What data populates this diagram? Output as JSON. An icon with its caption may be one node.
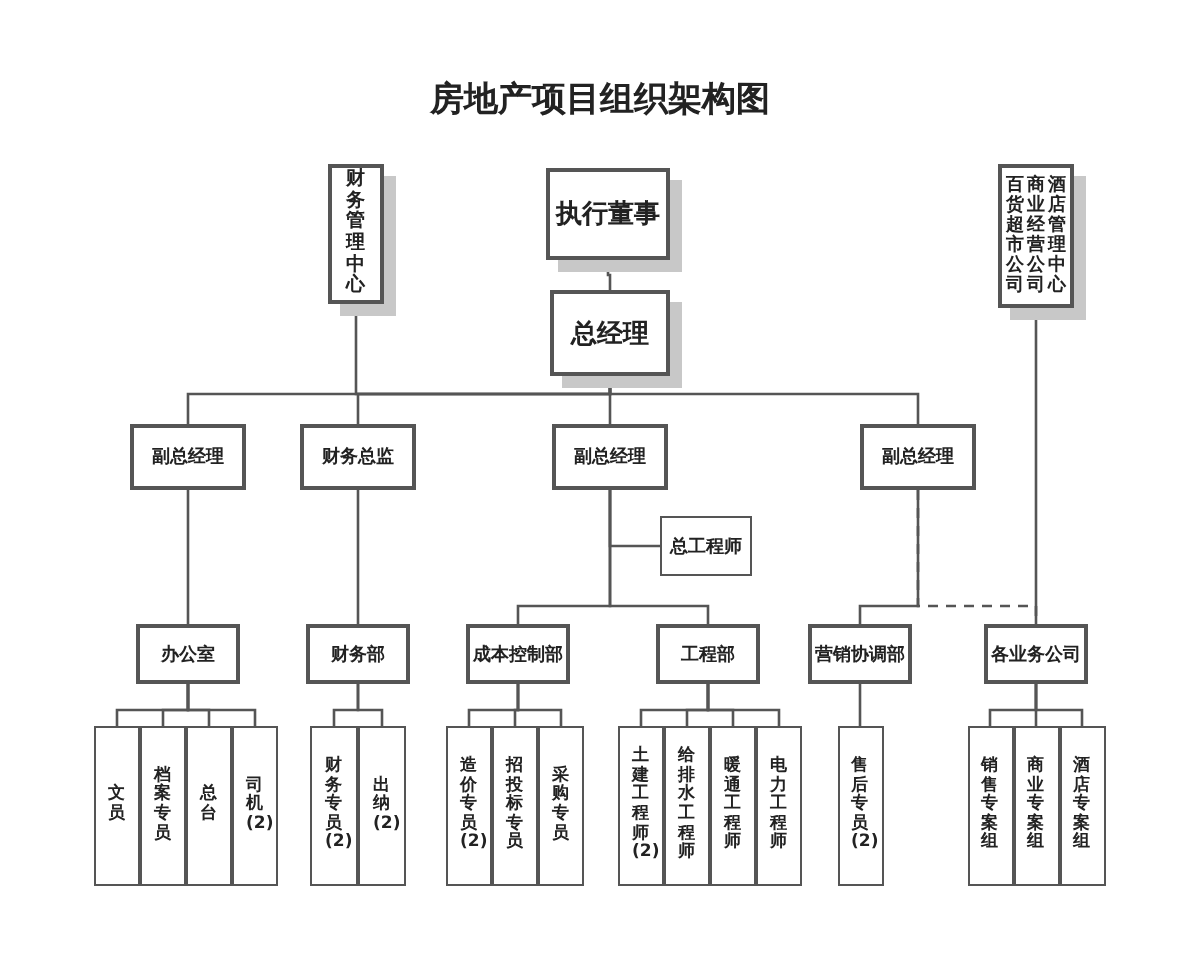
{
  "diagram": {
    "title": "房地产项目组织架构图",
    "nodes": [
      {
        "text": [
          "执行董事"
        ]
      },
      {
        "text": [
          "财务管理中心"
        ]
      },
      {
        "text": [
          "总经理"
        ]
      },
      {
        "text": [
          "百货超市公司",
          "商业经营公司",
          "酒店管理中心"
        ]
      },
      {
        "text": [
          "副总经理"
        ]
      },
      {
        "text": [
          "财务总监"
        ]
      },
      {
        "text": [
          "副总经理"
        ]
      },
      {
        "text": [
          "副总经理"
        ]
      },
      {
        "text": [
          "总工程师"
        ]
      },
      {
        "text": [
          "办公室"
        ]
      },
      {
        "text": [
          "财务部"
        ]
      },
      {
        "text": [
          "成本控制部"
        ]
      },
      {
        "text": [
          "工程部"
        ]
      },
      {
        "text": [
          "营销协调部"
        ]
      },
      {
        "text": [
          "各业务公司"
        ]
      },
      {
        "text": [
          "文员"
        ]
      },
      {
        "text": [
          "档案专员"
        ]
      },
      {
        "text": [
          "总台"
        ]
      },
      {
        "text": [
          "司机(2)"
        ]
      },
      {
        "text": [
          "财务专员(2)"
        ]
      },
      {
        "text": [
          "出纳(2)"
        ]
      },
      {
        "text": [
          "造价专员(2)"
        ]
      },
      {
        "text": [
          "招投标专员"
        ]
      },
      {
        "text": [
          "采购专员"
        ]
      },
      {
        "text": [
          "土建工程师(2)"
        ]
      },
      {
        "text": [
          "给排水工程师"
        ]
      },
      {
        "text": [
          "暖通工程师"
        ]
      },
      {
        "text": [
          "电力工程师"
        ]
      },
      {
        "text": [
          "售后专员(2)"
        ]
      },
      {
        "text": [
          "销售专案组"
        ]
      },
      {
        "text": [
          "商业专案组"
        ]
      },
      {
        "text": [
          "酒店专案组"
        ]
      }
    ],
    "edges": [
      {
        "from": 0,
        "to": 2,
        "arrow": "none"
      },
      {
        "from": 2,
        "to": 1,
        "arrow": "none"
      },
      {
        "from": 2,
        "to": 4,
        "arrow": "none"
      },
      {
        "from": 2,
        "to": 5,
        "arrow": "none"
      },
      {
        "from": 2,
        "to": 6,
        "arrow": "none"
      },
      {
        "from": 2,
        "to": 7,
        "arrow": "none"
      },
      {
        "from": 4,
        "to": 9,
        "arrow": "none"
      },
      {
        "from": 5,
        "to": 10,
        "arrow": "none"
      },
      {
        "from": 6,
        "to": 8,
        "arrow": "none"
      },
      {
        "from": 6,
        "to": 11,
        "arrow": "none"
      },
      {
        "from": 6,
        "to": 12,
        "arrow": "none"
      },
      {
        "from": 7,
        "to": 13,
        "arrow": "none"
      },
      {
        "from": 7,
        "to": 14,
        "arrow": "none",
        "style": "dashed"
      },
      {
        "from": 3,
        "to": 14,
        "arrow": "none"
      },
      {
        "from": 9,
        "to": 15,
        "arrow": "none"
      },
      {
        "from": 9,
        "to": 16,
        "arrow": "none"
      },
      {
        "from": 9,
        "to": 17,
        "arrow": "none"
      },
      {
        "from": 9,
        "to": 18,
        "arrow": "none"
      },
      {
        "from": 10,
        "to": 19,
        "arrow": "none"
      },
      {
        "from": 10,
        "to": 20,
        "arrow": "none"
      },
      {
        "from": 11,
        "to": 21,
        "arrow": "none"
      },
      {
        "from": 11,
        "to": 22,
        "arrow": "none"
      },
      {
        "from": 11,
        "to": 23,
        "arrow": "none"
      },
      {
        "from": 12,
        "to": 24,
        "arrow": "none"
      },
      {
        "from": 12,
        "to": 25,
        "arrow": "none"
      },
      {
        "from": 12,
        "to": 26,
        "arrow": "none"
      },
      {
        "from": 12,
        "to": 27,
        "arrow": "none"
      },
      {
        "from": 13,
        "to": 28,
        "arrow": "none"
      },
      {
        "from": 14,
        "to": 29,
        "arrow": "none"
      },
      {
        "from": 14,
        "to": 30,
        "arrow": "none"
      },
      {
        "from": 14,
        "to": 31,
        "arrow": "none"
      }
    ]
  }
}
